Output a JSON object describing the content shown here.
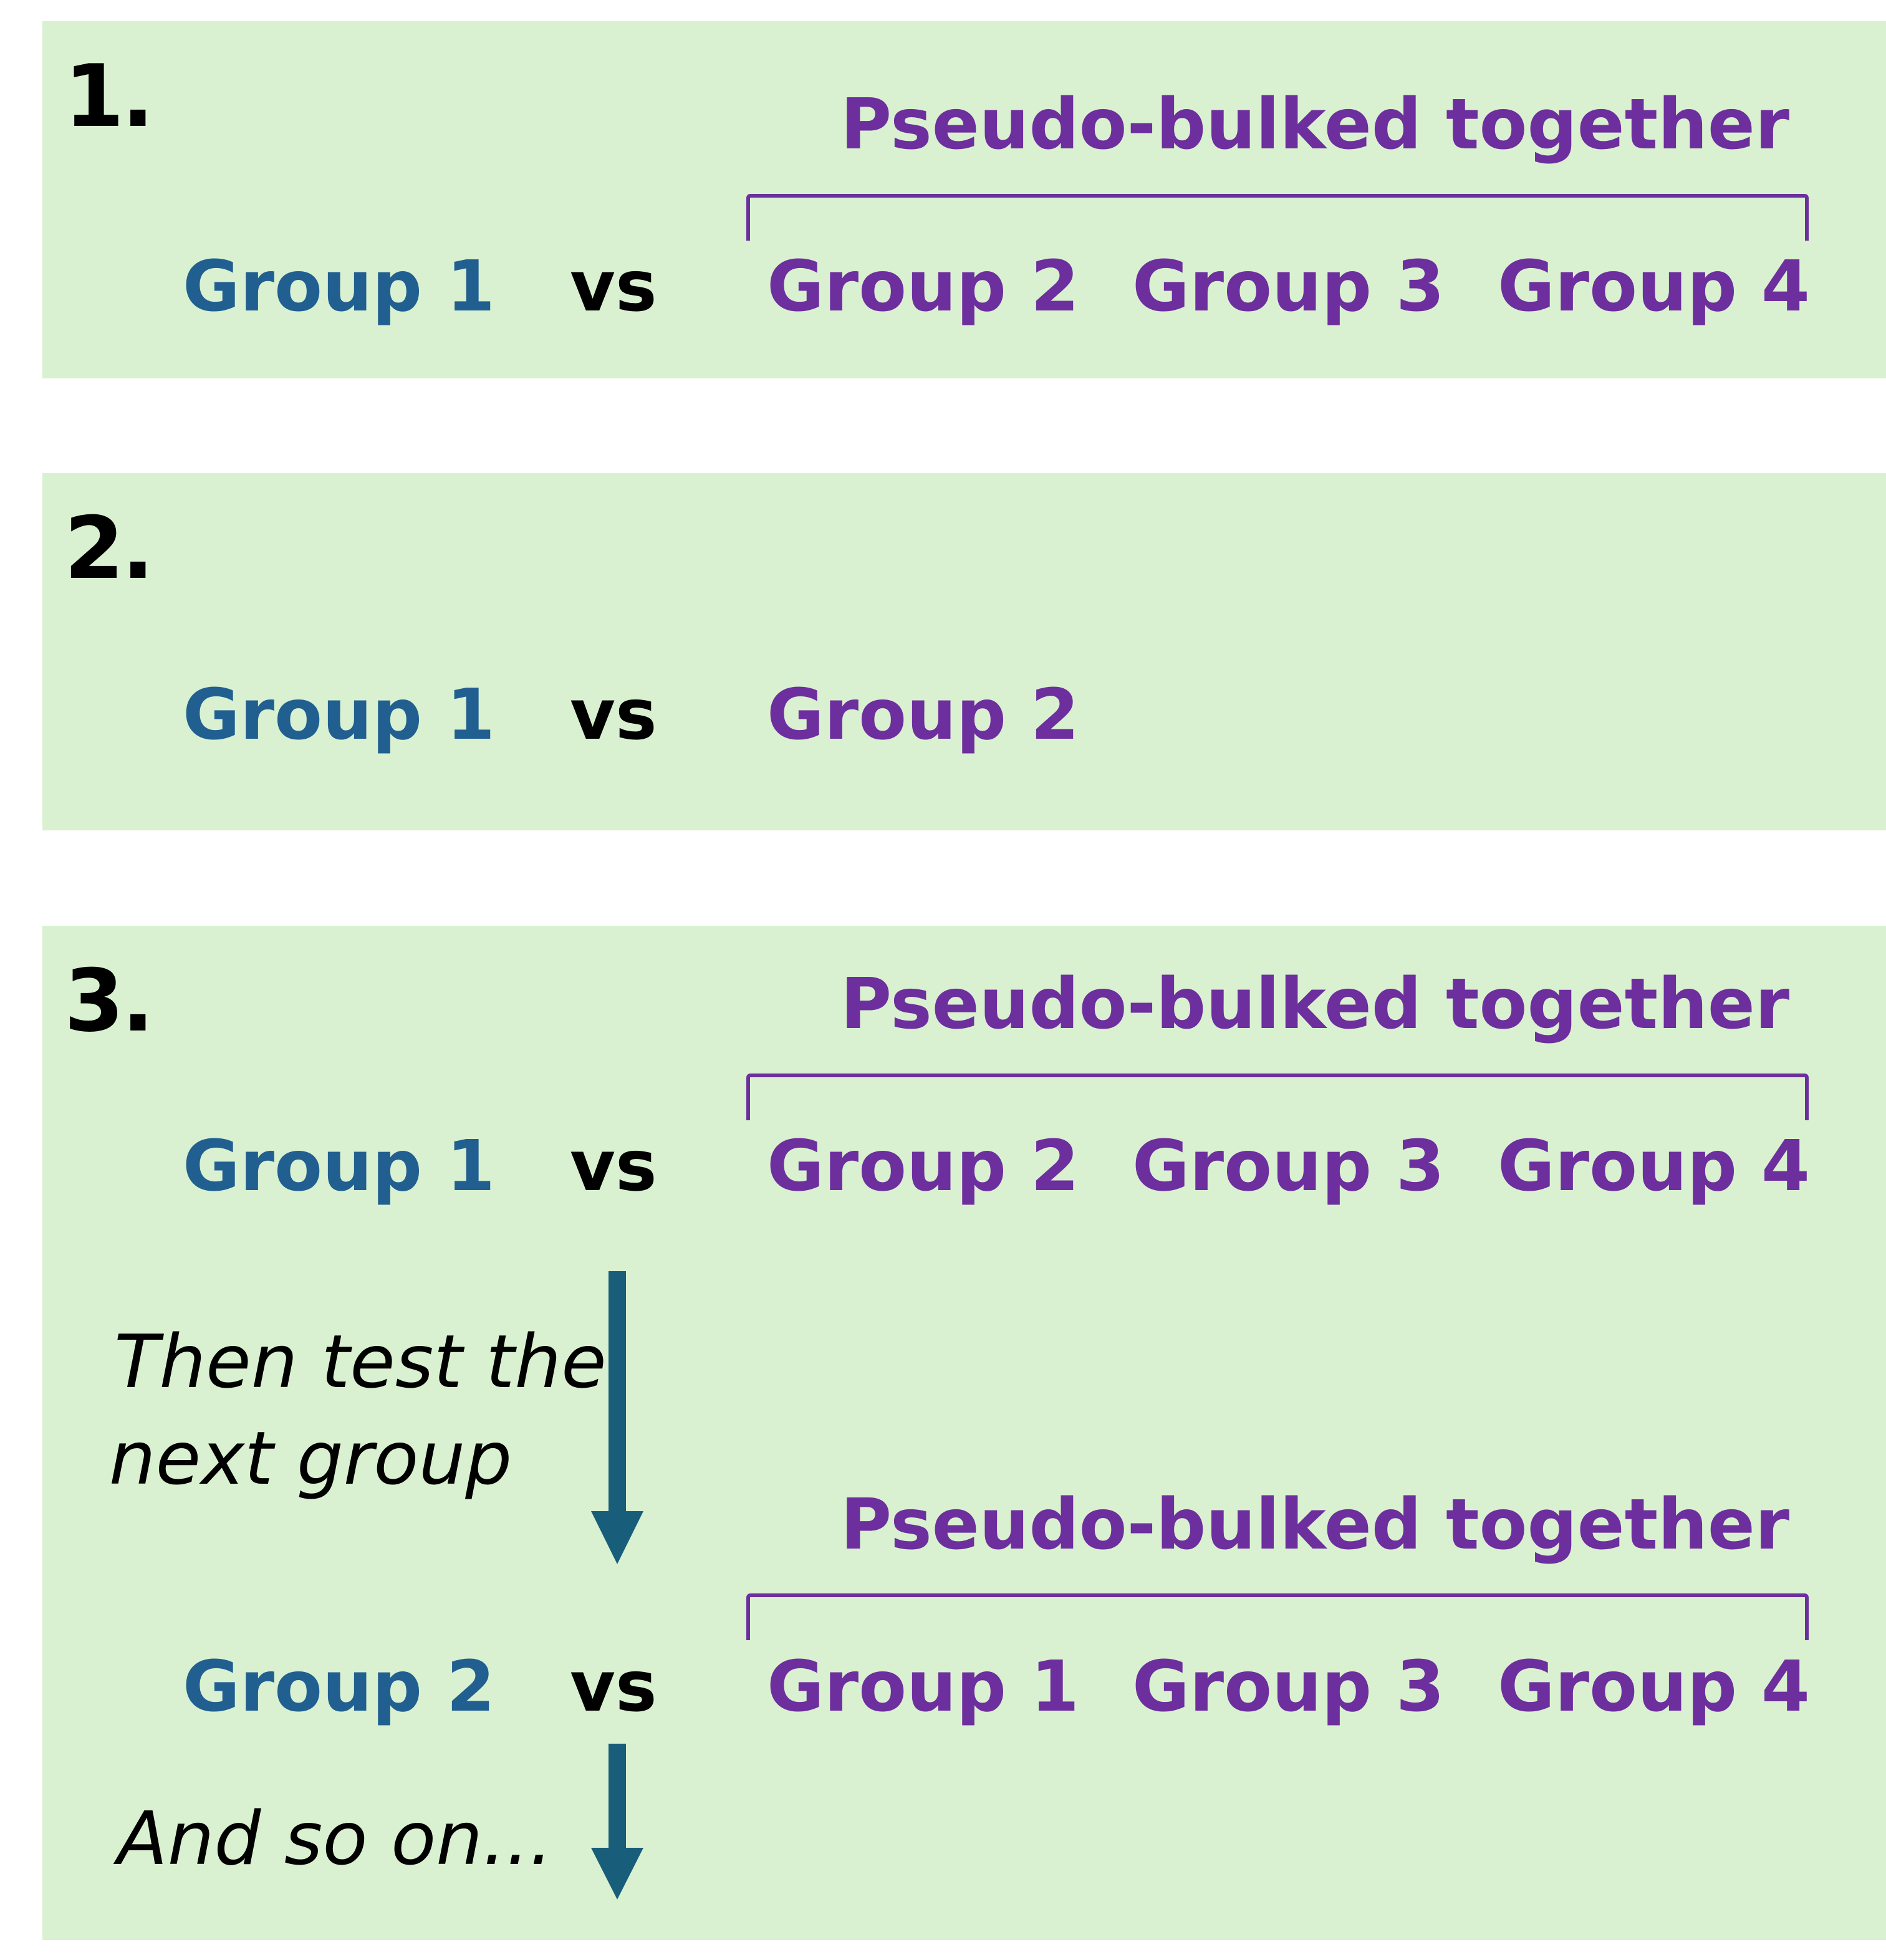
{
  "colors": {
    "panel_bg": "#d9f1d0",
    "focus_group": "#215f91",
    "compared_group": "#6d2e9e",
    "arrow": "#185d7a",
    "text": "#000000"
  },
  "panels": [
    {
      "number": "1.",
      "pseudo_label": "Pseudo-bulked together",
      "left_group": "Group 1",
      "vs": "vs",
      "right_groups": [
        "Group 2",
        "Group 3",
        "Group 4"
      ]
    },
    {
      "number": "2.",
      "left_group": "Group 1",
      "vs": "vs",
      "right_groups": [
        "Group 2"
      ]
    },
    {
      "number": "3.",
      "rows": [
        {
          "pseudo_label": "Pseudo-bulked together",
          "left_group": "Group 1",
          "vs": "vs",
          "right_groups": [
            "Group 2",
            "Group 3",
            "Group 4"
          ]
        },
        {
          "pseudo_label": "Pseudo-bulked together",
          "left_group": "Group 2",
          "vs": "vs",
          "right_groups": [
            "Group 1",
            "Group 3",
            "Group 4"
          ]
        }
      ],
      "notes": {
        "next_line1": "Then test the",
        "next_line2": "next group",
        "and_so_on": "And so on..."
      }
    }
  ]
}
